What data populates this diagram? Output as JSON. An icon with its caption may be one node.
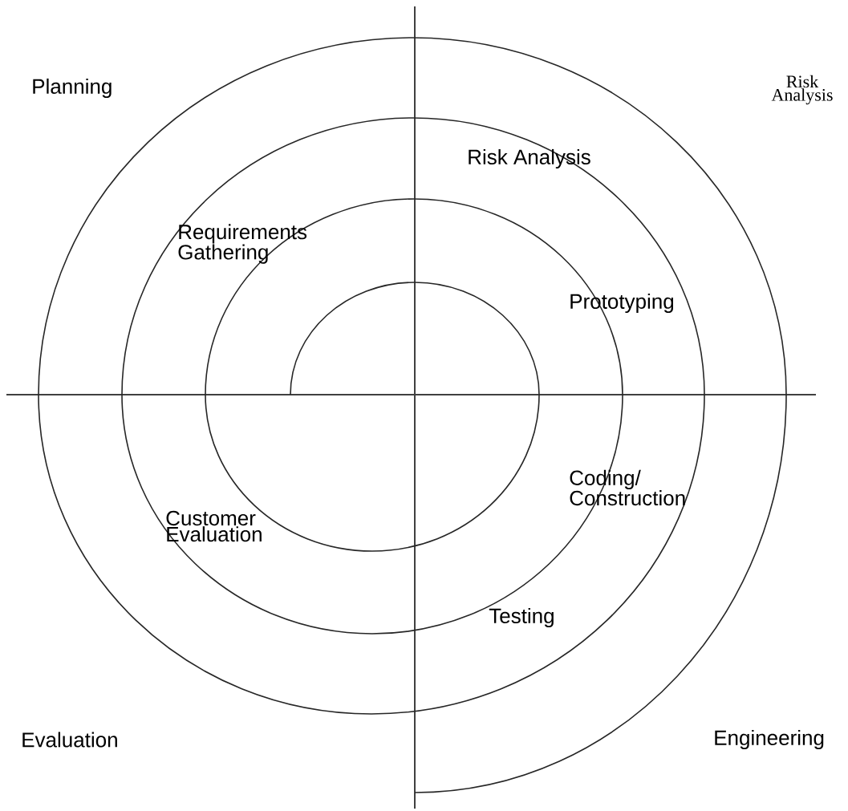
{
  "diagram": {
    "labels": [
      "Planning",
      "Risk Analysis",
      "Risk Analysis",
      "Requirements Gathering",
      "Prototyping",
      "Coding/ Construction",
      "Customer Evaluation",
      "Testing",
      "Evaluation",
      "Engineering"
    ]
  }
}
